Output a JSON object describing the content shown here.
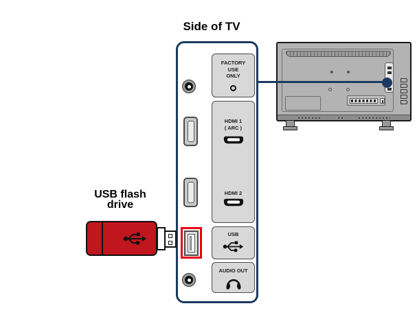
{
  "title": "Side of TV",
  "flash_drive": {
    "label_line1": "USB flash",
    "label_line2": "drive"
  },
  "side_panel": {
    "factory_label_line1": "FACTORY",
    "factory_label_line2": "USE",
    "factory_label_line3": "ONLY",
    "hdmi1_label_line1": "HDMI 1",
    "hdmi1_label_line2": "( ARC )",
    "hdmi2_label": "HDMI 2",
    "usb_label": "USB",
    "audio_out_label": "AUDIO OUT"
  },
  "icons": {
    "factory_pinhole": "pinhole-circle-icon",
    "hdmi_connector": "hdmi-connector-icon",
    "usb_trident": "usb-trident-icon",
    "headphones": "headphones-icon",
    "round_jack": "round-jack-icon",
    "callout": "callout-line-with-dot"
  },
  "colors": {
    "outline_navy": "#1c3a60",
    "drive_red": "#c0161d",
    "highlight_red": "#e60012",
    "label_box_grey": "#d8d8d8",
    "tv_body_grey": "#b3b3b3",
    "text_black": "#1a1a1a"
  }
}
